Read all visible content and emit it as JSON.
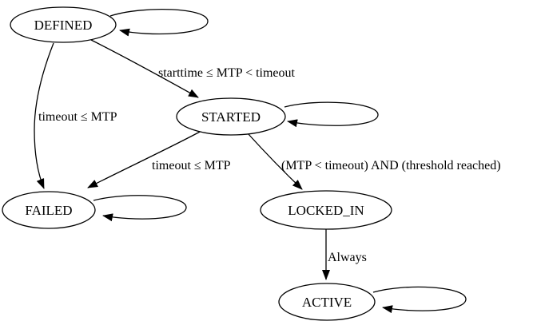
{
  "diagram": {
    "type": "state-machine",
    "direction": "top-down",
    "colors": {
      "background": "#ffffff",
      "node_fill": "#ffffff",
      "stroke": "#000000",
      "text": "#000000"
    }
  },
  "nodes": [
    {
      "id": "DEFINED",
      "label": "DEFINED",
      "self_loop": true
    },
    {
      "id": "STARTED",
      "label": "STARTED",
      "self_loop": true
    },
    {
      "id": "FAILED",
      "label": "FAILED",
      "self_loop": true
    },
    {
      "id": "LOCKED_IN",
      "label": "LOCKED_IN",
      "self_loop": false
    },
    {
      "id": "ACTIVE",
      "label": "ACTIVE",
      "self_loop": true
    }
  ],
  "edges": [
    {
      "from": "DEFINED",
      "to": "STARTED",
      "label": "starttime ≤ MTP < timeout"
    },
    {
      "from": "DEFINED",
      "to": "FAILED",
      "label": "timeout ≤ MTP"
    },
    {
      "from": "STARTED",
      "to": "FAILED",
      "label": "timeout ≤ MTP"
    },
    {
      "from": "STARTED",
      "to": "LOCKED_IN",
      "label": "(MTP < timeout) AND (threshold reached)"
    },
    {
      "from": "LOCKED_IN",
      "to": "ACTIVE",
      "label": "Always"
    }
  ]
}
